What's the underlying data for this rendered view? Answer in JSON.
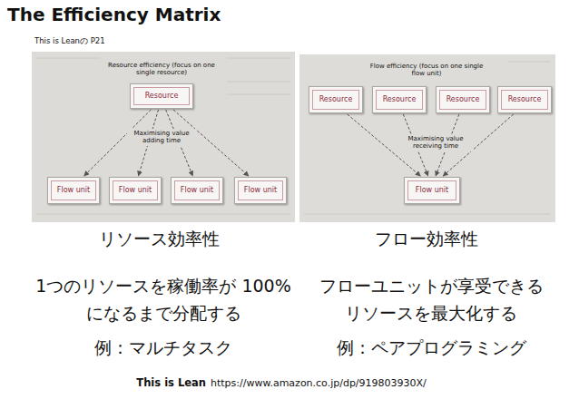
{
  "diagram": {
    "title": "The Efficiency Matrix",
    "caption": "This is Lean",
    "nodes": [
      {
        "text": [
          "Resource"
        ]
      },
      {
        "text": [
          "Flow unit"
        ]
      },
      {
        "text": [
          "Flow unit"
        ]
      },
      {
        "text": [
          "Flow unit"
        ]
      },
      {
        "text": [
          "Flow unit"
        ]
      },
      {
        "text": [
          "Resource"
        ]
      },
      {
        "text": [
          "Resource"
        ]
      },
      {
        "text": [
          "Resource"
        ]
      },
      {
        "text": [
          "Resource"
        ]
      },
      {
        "text": [
          "Flow unit"
        ]
      }
    ],
    "edges": [
      {
        "from": 0,
        "to": 1,
        "arrow": "to"
      },
      {
        "from": 0,
        "to": 2,
        "arrow": "to"
      },
      {
        "from": 0,
        "to": 3,
        "arrow": "to"
      },
      {
        "from": 0,
        "to": 4,
        "arrow": "to"
      },
      {
        "from": 5,
        "to": 9,
        "arrow": "to"
      },
      {
        "from": 6,
        "to": 9,
        "arrow": "to"
      },
      {
        "from": 7,
        "to": 9,
        "arrow": "to"
      },
      {
        "from": 8,
        "to": 9,
        "arrow": "to"
      }
    ],
    "labels": [
      "This is Leanの P21",
      "Resource efficiency (focus on one single resource)",
      "Flow efficiency (focus on one single flow unit)",
      "Maximising value adding time",
      "Maximising value receiving time",
      "リソース効率性",
      "フロー効率性",
      "1つのリソースを稼働率が 100%になるまで分配する",
      "フローユニットが享受できる リソースを最大化する",
      "例：マルチタスク",
      "例：ペアプログラミング",
      "https://www.amazon.co.jp/dp/919803930X/"
    ]
  }
}
